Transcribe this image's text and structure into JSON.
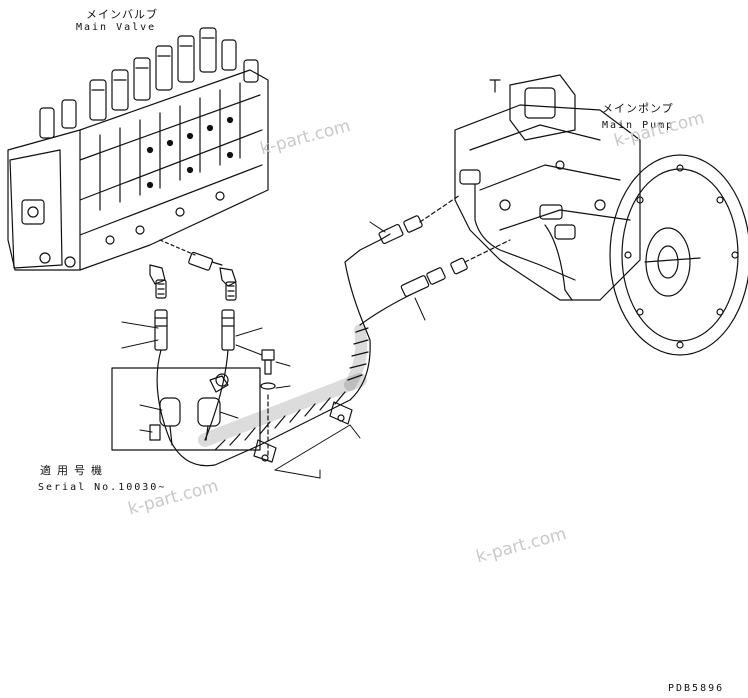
{
  "labels": {
    "main_valve_jp": "メインバルブ",
    "main_valve_en": "Main Valve",
    "main_pump_jp": "メインポンプ",
    "main_pump_en": "Main Pump",
    "serial_jp": "適用号機",
    "serial_en": "Serial No.10030~"
  },
  "watermarks": [
    "k-part.com",
    "k-part.com",
    "k-part.com",
    "k-part.com"
  ],
  "figure_ref": "PDB5896"
}
